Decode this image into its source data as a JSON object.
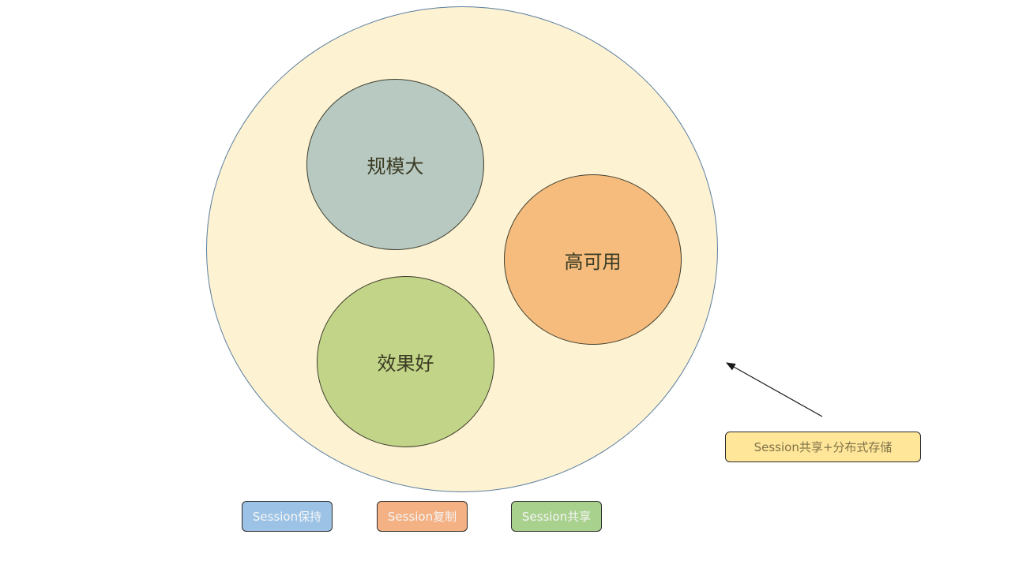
{
  "diagram": {
    "outer_circle": {
      "color": "#fdf2d2"
    },
    "inner_circles": [
      {
        "label": "规模大",
        "color": "#b7c9c1"
      },
      {
        "label": "高可用",
        "color": "#f5bc7d"
      },
      {
        "label": "效果好",
        "color": "#c1d487"
      }
    ],
    "tags": [
      {
        "label": "Session保持",
        "color": "#9cc3e6"
      },
      {
        "label": "Session复制",
        "color": "#f4b183"
      },
      {
        "label": "Session共享",
        "color": "#a9d18e"
      }
    ],
    "callout": {
      "label": "Session共享+分布式存储",
      "color": "#ffe699"
    }
  }
}
